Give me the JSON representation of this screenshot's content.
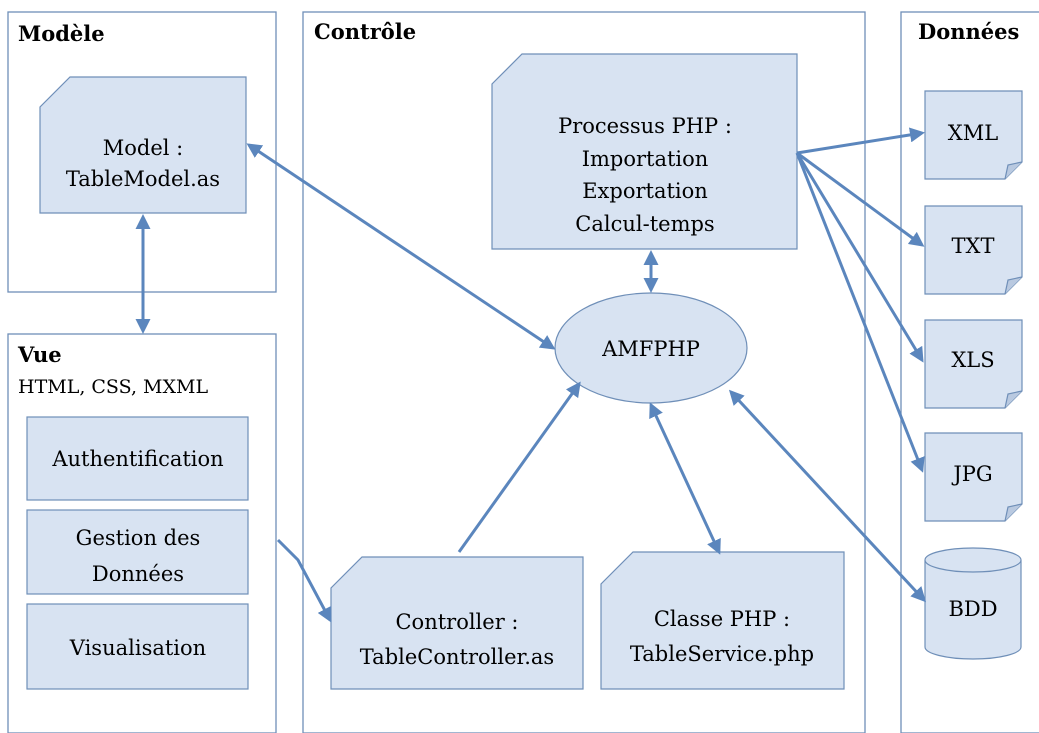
{
  "sections": {
    "modele": {
      "title": "Modèle"
    },
    "controle": {
      "title": "Contrôle"
    },
    "donnees": {
      "title": "Données"
    },
    "vue": {
      "title": "Vue",
      "subtitle": "HTML, CSS, MXML"
    }
  },
  "model_box": {
    "lines": [
      "Model :",
      "TableModel.as"
    ]
  },
  "vue_items": [
    "Authentification",
    "Gestion des Données",
    "Visualisation"
  ],
  "vue_item_gestion_lines": [
    "Gestion des",
    "Données"
  ],
  "processus_box": {
    "lines": [
      "Processus PHP :",
      "Importation",
      "Exportation",
      "Calcul-temps"
    ]
  },
  "amfphp": {
    "label": "AMFPHP"
  },
  "controller_box": {
    "lines": [
      "Controller :",
      "TableController.as"
    ]
  },
  "classe_box": {
    "lines": [
      "Classe PHP :",
      "TableService.php"
    ]
  },
  "data_files": [
    "XML",
    "TXT",
    "XLS",
    "JPG"
  ],
  "database": {
    "label": "BDD"
  },
  "colors": {
    "fill": "#d8e3f2",
    "stroke": "#6f8fb8",
    "arrow": "#5b86bd"
  }
}
